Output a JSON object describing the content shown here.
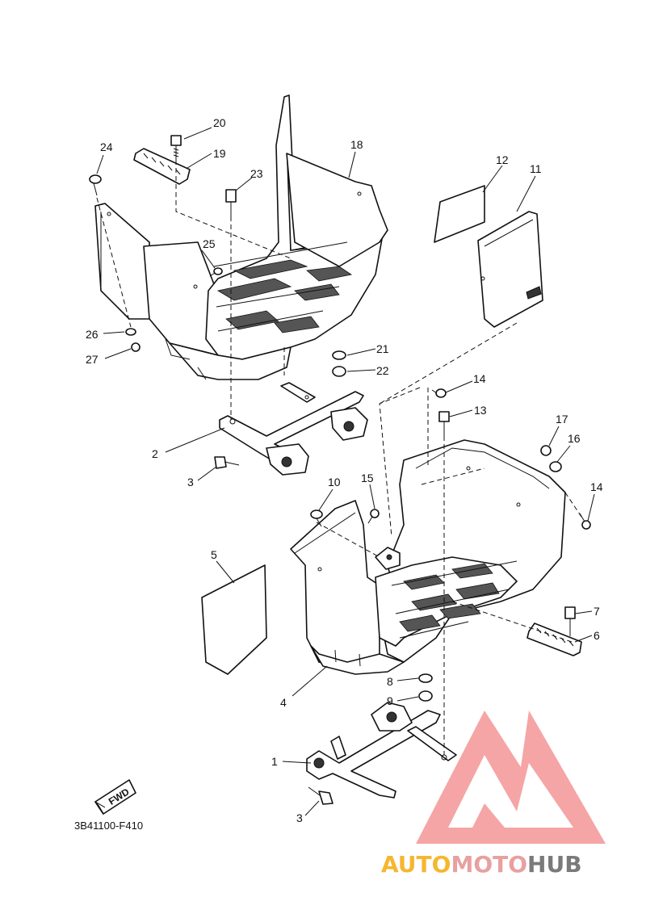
{
  "callouts": [
    {
      "label": "20"
    },
    {
      "label": "19"
    },
    {
      "label": "24"
    },
    {
      "label": "23"
    },
    {
      "label": "18"
    },
    {
      "label": "25"
    },
    {
      "label": "12"
    },
    {
      "label": "11"
    },
    {
      "label": "26"
    },
    {
      "label": "27"
    },
    {
      "label": "21"
    },
    {
      "label": "22"
    },
    {
      "label": "14"
    },
    {
      "label": "13"
    },
    {
      "label": "2"
    },
    {
      "label": "3"
    },
    {
      "label": "17"
    },
    {
      "label": "16"
    },
    {
      "label": "14"
    },
    {
      "label": "10"
    },
    {
      "label": "15"
    },
    {
      "label": "5"
    },
    {
      "label": "7"
    },
    {
      "label": "6"
    },
    {
      "label": "8"
    },
    {
      "label": "9"
    },
    {
      "label": "4"
    },
    {
      "label": "1"
    },
    {
      "label": "3"
    }
  ],
  "fwd_label": "FWD",
  "diagram_code": "3B41100-F410",
  "watermark": {
    "text_part1": "AUTO",
    "text_part2": "MOTO",
    "text_part3": "HUB",
    "colors": {
      "part1": "#f5b731",
      "part2": "#e8a0a0",
      "part3": "#7a7a7a",
      "logo": "#f06a6a"
    }
  }
}
